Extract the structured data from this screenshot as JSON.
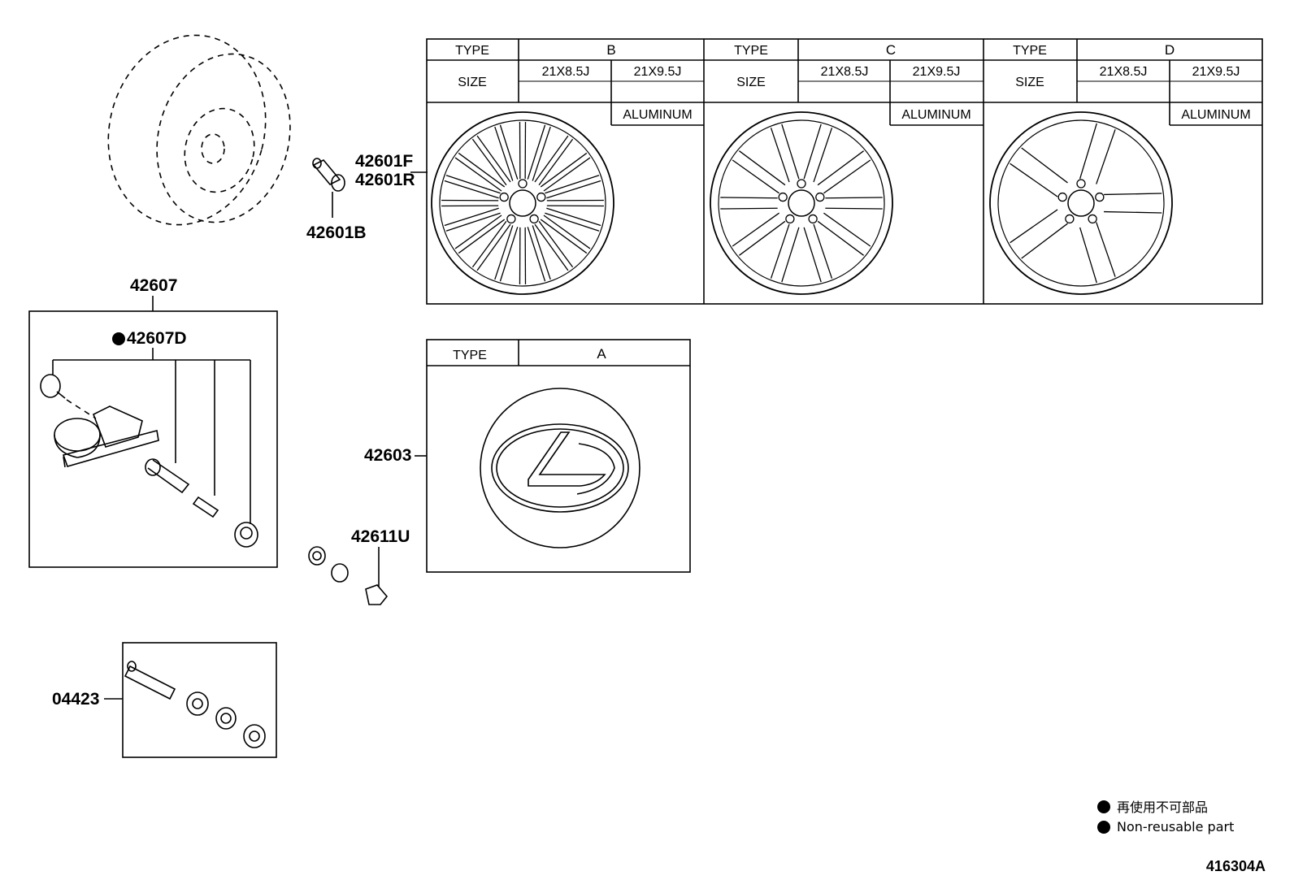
{
  "parts": {
    "p42601F": "42601F",
    "p42601R": "42601R",
    "p42601B": "42601B",
    "p42607": "42607",
    "p42607D": "42607D",
    "p42603": "42603",
    "p42611U": "42611U",
    "p04423": "04423"
  },
  "tables": {
    "type_header": "TYPE",
    "size_header": "SIZE",
    "wheels": [
      {
        "type": "B",
        "size_1": "21X8.5J",
        "size_2": "21X9.5J",
        "material": "ALUMINUM"
      },
      {
        "type": "C",
        "size_1": "21X8.5J",
        "size_2": "21X9.5J",
        "material": "ALUMINUM"
      },
      {
        "type": "D",
        "size_1": "21X8.5J",
        "size_2": "21X9.5J",
        "material": "ALUMINUM"
      }
    ],
    "ornament": {
      "type": "A"
    }
  },
  "legend": {
    "line_jp": "再使用不可部品",
    "line_en": "Non-reusable part"
  },
  "diagram_id": "416304A"
}
